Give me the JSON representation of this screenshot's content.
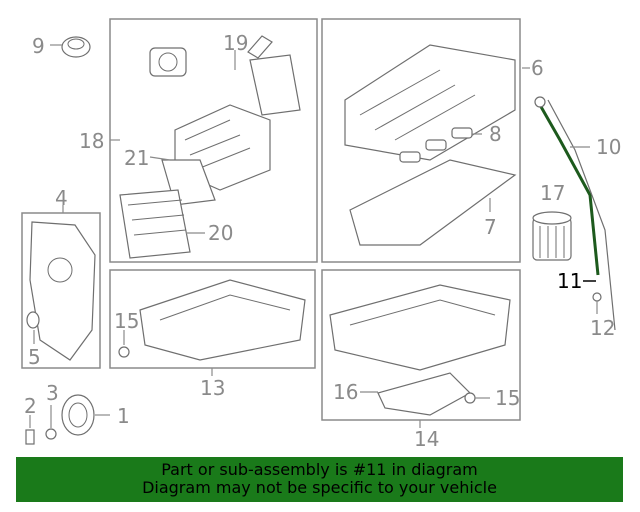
{
  "diagram": {
    "callouts": [
      "9",
      "19",
      "6",
      "18",
      "8",
      "21",
      "10",
      "17",
      "4",
      "20",
      "7",
      "11",
      "15",
      "12",
      "5",
      "13",
      "16",
      "15",
      "3",
      "2",
      "1",
      "14"
    ],
    "highlighted_callout": "11"
  },
  "banner": {
    "line1": "Part or sub-assembly is #11 in diagram",
    "line2": "Diagram may not be specific to your vehicle",
    "color": "#1a7a1a"
  },
  "colors": {
    "outline": "#8a8a8a",
    "highlight": "#000000",
    "dipstick_tube_highlight": "#1d5a1d"
  }
}
